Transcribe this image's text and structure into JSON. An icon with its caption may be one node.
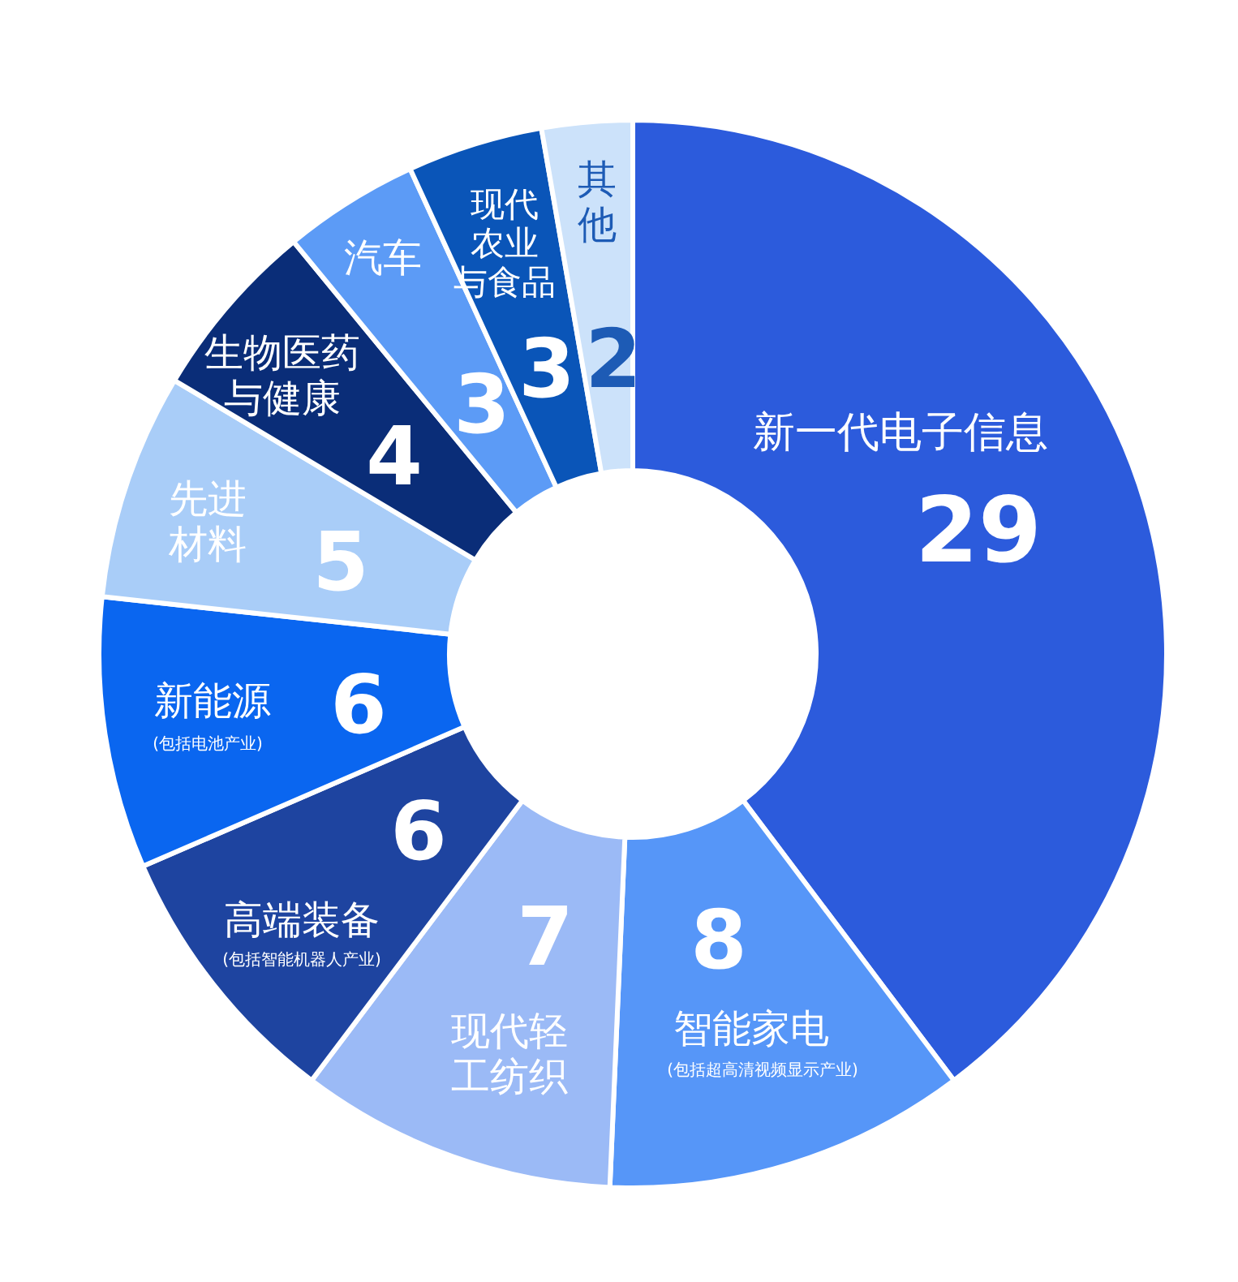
{
  "diagram": {
    "chart_data": {
      "type": "donut",
      "categories": [
        "新一代电子信息",
        "智能家电",
        "现代轻工纺织",
        "高端装备",
        "新能源",
        "先进材料",
        "生物医药与健康",
        "汽车",
        "现代农业与食品",
        "其他"
      ],
      "series": [
        {
          "values": [
            29,
            8,
            7,
            6,
            6,
            5,
            4,
            3,
            3,
            2
          ]
        }
      ],
      "colors": [
        "#2c5bdc",
        "#5696f8",
        "#9bbaf6",
        "#1e44a0",
        "#0a66f0",
        "#a9cdf8",
        "#0a2d78",
        "#5c9bf6",
        "#0a55b8",
        "#cce2fa"
      ],
      "data_labels": true
    },
    "labels": [
      "(包括电池产业)",
      "(包括智能机器人产业)",
      "(包括超高清视频显示产业)"
    ]
  }
}
